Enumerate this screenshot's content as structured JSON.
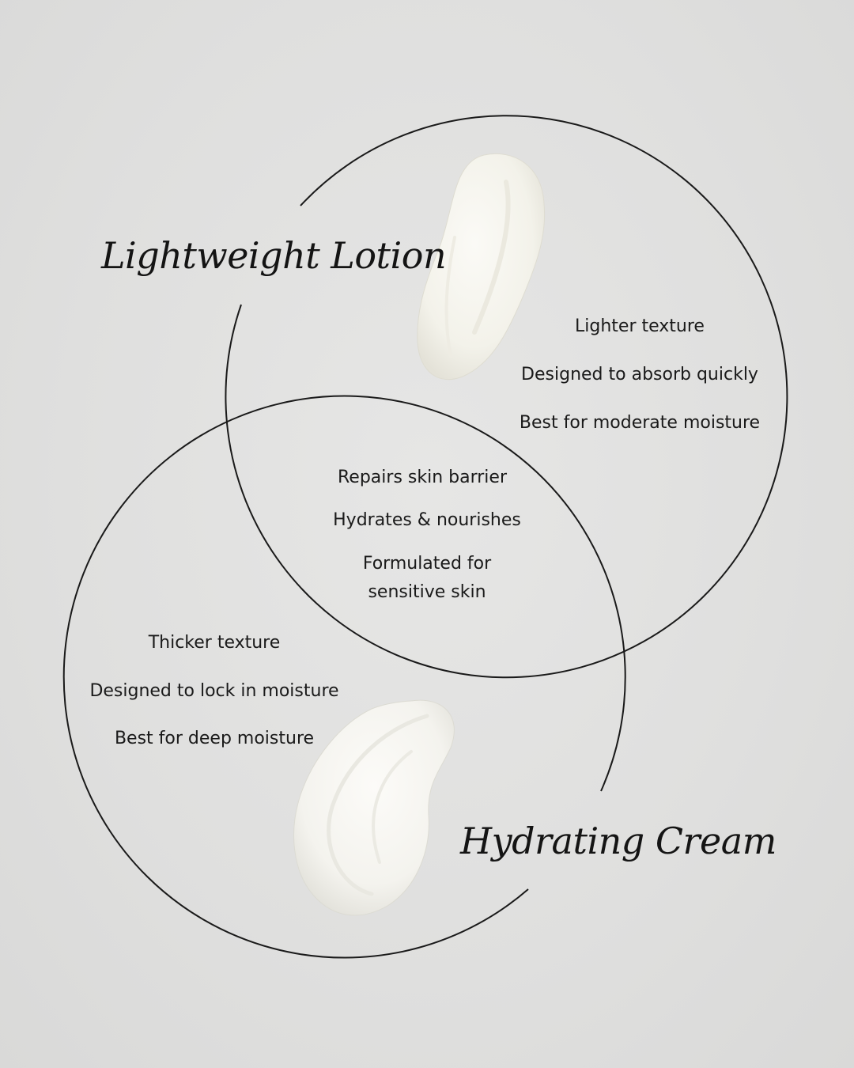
{
  "lotion": {
    "title": "Lightweight Lotion",
    "features": [
      "Lighter texture",
      "Designed to absorb quickly",
      "Best for moderate moisture"
    ]
  },
  "shared": {
    "features": [
      "Repairs skin barrier",
      "Hydrates & nourishes",
      "Formulated for",
      "sensitive skin"
    ]
  },
  "cream": {
    "title": "Hydrating Cream",
    "features": [
      "Thicker texture",
      "Designed to lock in moisture",
      "Best for deep moisture"
    ]
  },
  "colors": {
    "background": "#e2e2e1",
    "line": "#1a1a1a",
    "text": "#1a1a1a",
    "swatch": "#f7f6f0"
  }
}
